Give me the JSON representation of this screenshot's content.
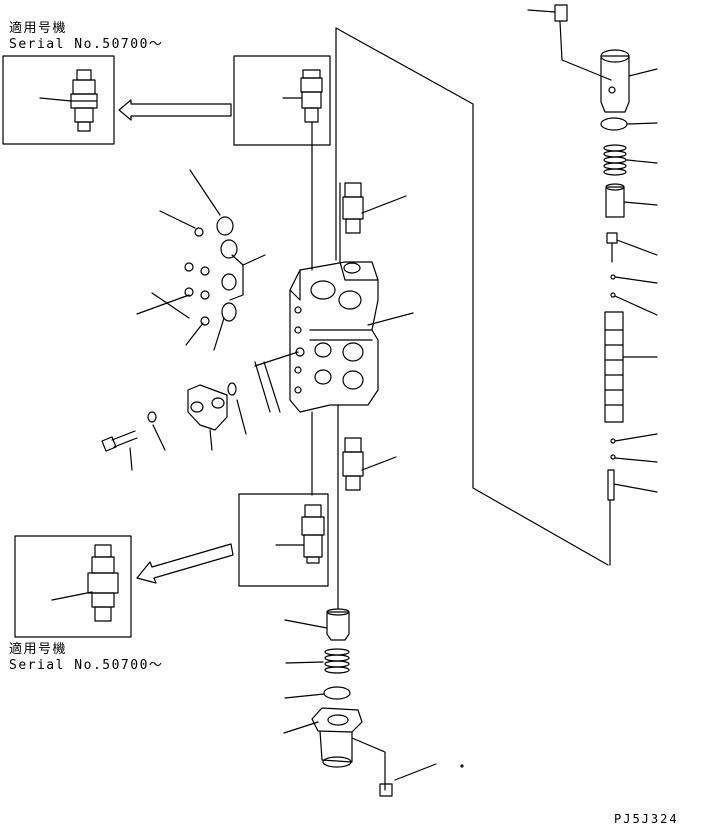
{
  "top_note": {
    "applicable": "適用号機",
    "serial": "Serial No.50700〜"
  },
  "bottom_note": {
    "applicable": "適用号機",
    "serial": "Serial No.50700〜"
  },
  "drawing_code": "PJ5J324"
}
